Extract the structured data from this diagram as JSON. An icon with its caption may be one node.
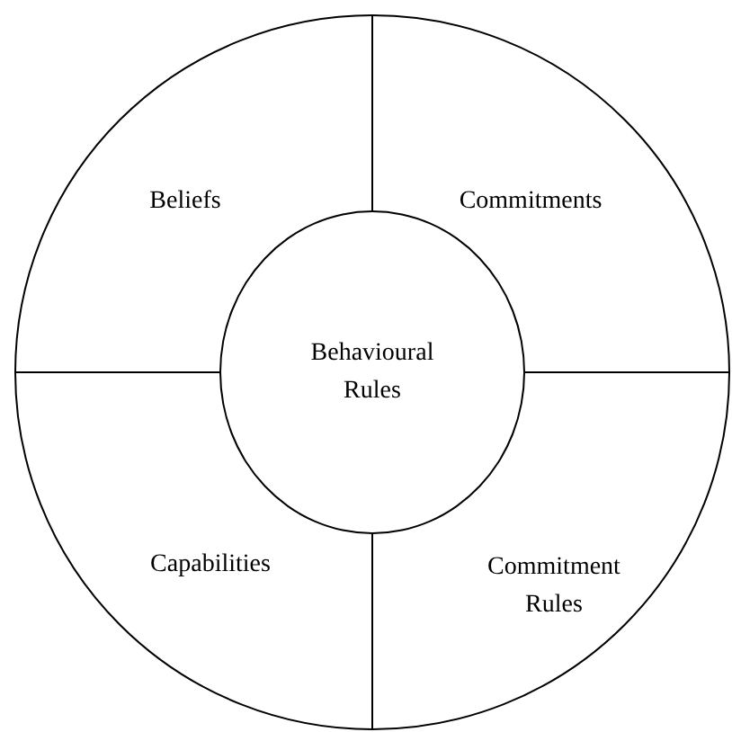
{
  "diagram": {
    "nodes": [
      {
        "text": [],
        "shape": "circle"
      },
      {
        "text": [
          "Beliefs"
        ],
        "in": 0
      },
      {
        "text": [
          "Commitments"
        ],
        "in": 0
      },
      {
        "text": [
          "Behavioural Rules"
        ],
        "in": 0
      },
      {
        "text": [
          "Capabilities"
        ],
        "in": 0
      },
      {
        "text": [
          "Commitment Rules"
        ],
        "in": 0
      }
    ]
  }
}
